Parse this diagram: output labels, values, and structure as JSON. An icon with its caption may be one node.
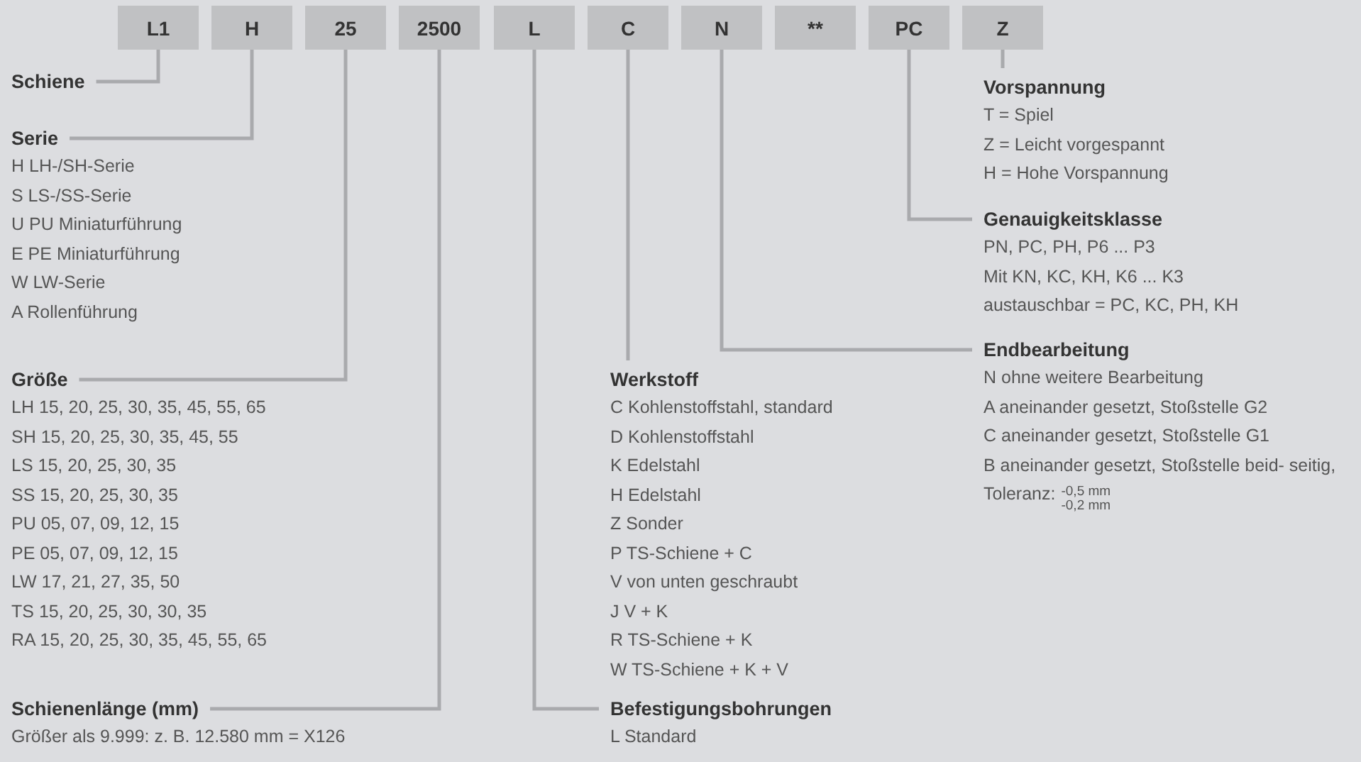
{
  "diagram": {
    "nodes": [
      {
        "text": [
          "L1"
        ]
      },
      {
        "text": [
          "H"
        ]
      },
      {
        "text": [
          "25"
        ]
      },
      {
        "text": [
          "2500"
        ]
      },
      {
        "text": [
          "L"
        ]
      },
      {
        "text": [
          "C"
        ]
      },
      {
        "text": [
          "N"
        ]
      },
      {
        "text": [
          "**"
        ]
      },
      {
        "text": [
          "PC"
        ]
      },
      {
        "text": [
          "Z"
        ]
      },
      {
        "text": [
          "Schiene"
        ]
      },
      {
        "text": [
          "Serie",
          "H LH-/SH-Serie",
          "S LS-/SS-Serie",
          "U PU Miniaturführung",
          "E PE Miniaturführung",
          "W LW-Serie",
          "A Rollenführung"
        ]
      },
      {
        "text": [
          "Größe",
          "LH 15, 20, 25, 30, 35, 45, 55, 65",
          "SH 15, 20, 25, 30, 35, 45, 55",
          "LS 15, 20, 25, 30, 35",
          "SS 15, 20, 25, 30, 35",
          "PU 05, 07, 09, 12, 15",
          "PE 05, 07, 09, 12, 15",
          "LW 17, 21, 27, 35, 50",
          "TS 15, 20, 25, 30, 30, 35",
          "RA 15, 20, 25, 30, 35, 45, 55, 65"
        ]
      },
      {
        "text": [
          "Schienenlänge (mm)",
          "Größer als 9.999: z. B. 12.580 mm = X126"
        ]
      },
      {
        "text": [
          "Werkstoff",
          "C Kohlenstoffstahl, standard",
          "D Kohlenstoffstahl",
          "K Edelstahl",
          "H Edelstahl",
          "Z Sonder",
          "P TS-Schiene + C",
          "V von unten geschraubt",
          "J V + K",
          "R TS-Schiene + K",
          "W TS-Schiene + K + V"
        ]
      },
      {
        "text": [
          "Befestigungsbohrungen",
          "L Standard"
        ]
      },
      {
        "text": [
          "Vorspannung",
          "T = Spiel",
          "Z = Leicht vorgespannt",
          "H = Hohe Vorspannung"
        ]
      },
      {
        "text": [
          "Genauigkeitsklasse",
          "PN, PC, PH, P6 ... P3",
          "Mit KN, KC, KH, K6 ... K3",
          "austauschbar = PC, KC, PH, KH"
        ]
      },
      {
        "text": [
          "Endbearbeitung",
          "N ohne weitere Bearbeitung",
          "A aneinander gesetzt, Stoßstelle G2",
          "C aneinander gesetzt, Stoßstelle G1",
          "B aneinander gesetzt, Stoßstelle beid- seitig, Toleranz:",
          "-0,5 mm",
          "-0,2 mm"
        ]
      }
    ],
    "edges": [
      {
        "from": 0,
        "to": 10,
        "arrow": "none"
      },
      {
        "from": 1,
        "to": 11,
        "arrow": "none"
      },
      {
        "from": 2,
        "to": 12,
        "arrow": "none"
      },
      {
        "from": 3,
        "to": 13,
        "arrow": "none"
      },
      {
        "from": 4,
        "to": 15,
        "arrow": "none"
      },
      {
        "from": 5,
        "to": 14,
        "arrow": "none"
      },
      {
        "from": 6,
        "to": 18,
        "arrow": "none"
      },
      {
        "from": 8,
        "to": 17,
        "arrow": "none"
      },
      {
        "from": 9,
        "to": 16,
        "arrow": "none"
      }
    ]
  }
}
